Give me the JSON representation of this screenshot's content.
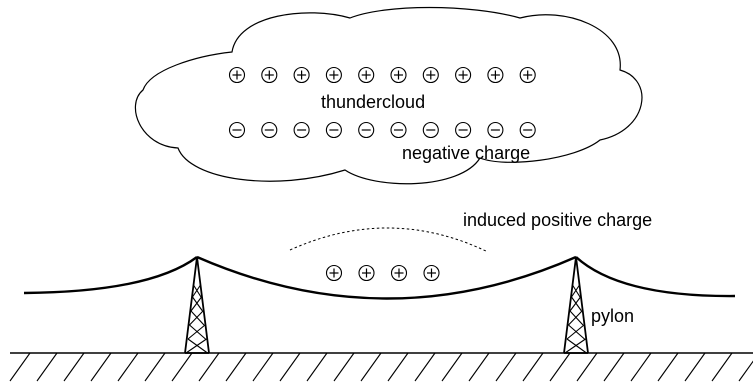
{
  "labels": {
    "cloud": "thundercloud",
    "cloud_charge": "negative charge",
    "induced": "induced positive charge",
    "pylon": "pylon"
  },
  "symbols": {
    "positive": "+",
    "negative": "−"
  },
  "counts": {
    "cloud_positive": 10,
    "cloud_negative": 10,
    "line_positive": 4
  }
}
